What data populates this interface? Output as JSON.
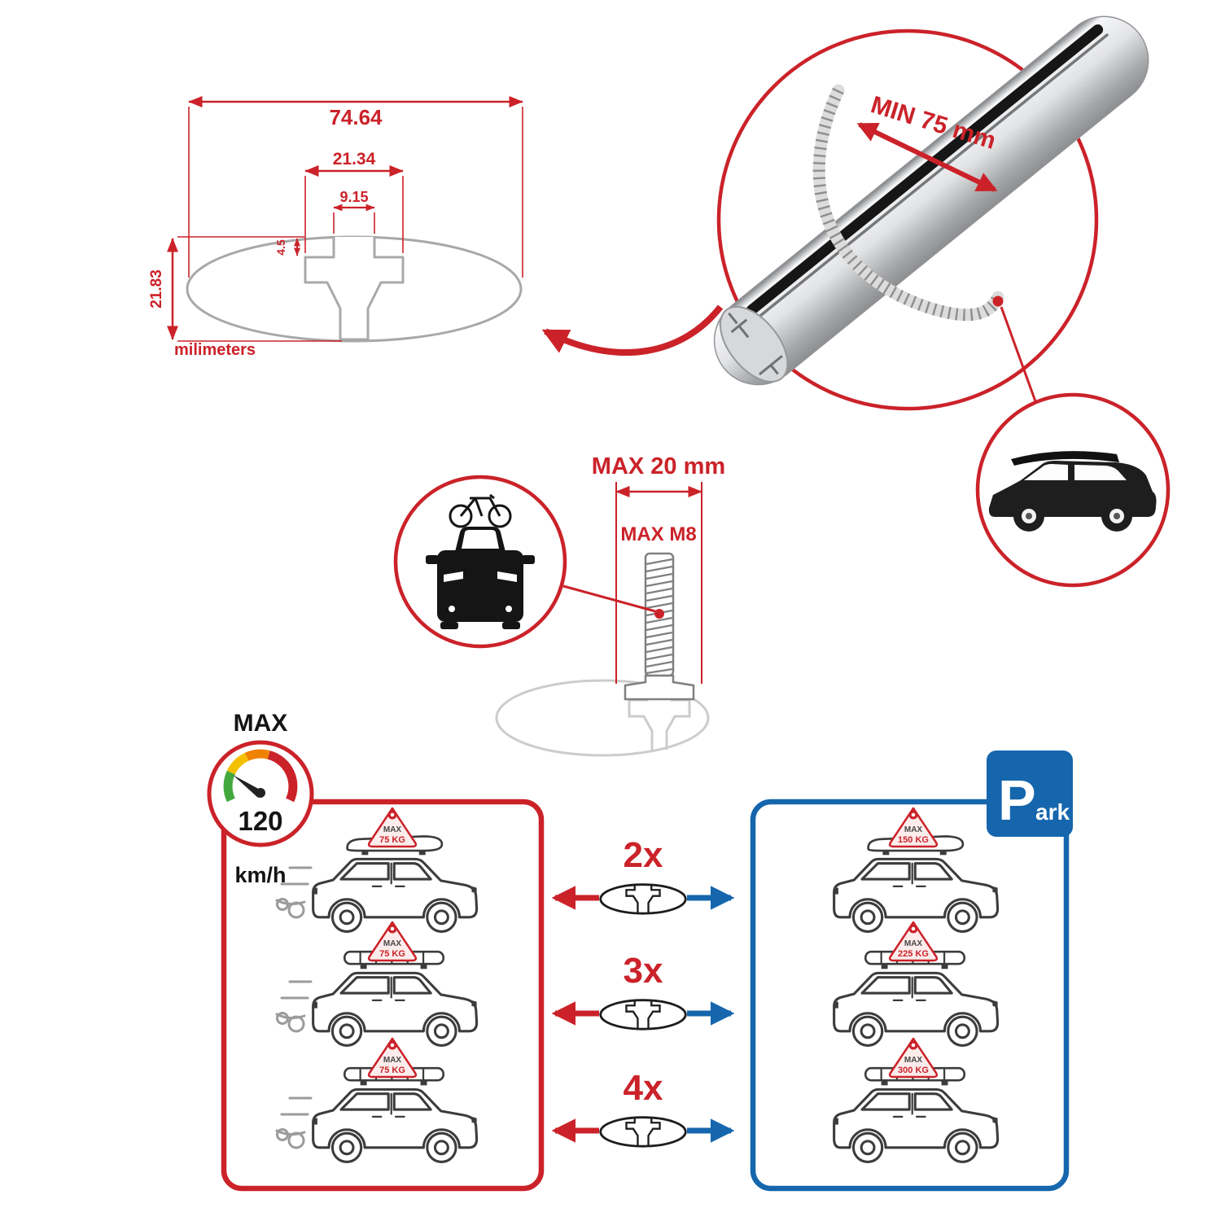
{
  "colors": {
    "red": "#cb2229",
    "blue": "#1566ad",
    "aluminum": "#d7d8da",
    "outline_gray": "#3c3c3c"
  },
  "icons": [
    "speedometer-icon",
    "park-sign-icon",
    "car-side-icon",
    "car-front-icon",
    "bicycle-icon",
    "roof-box-icon",
    "crossbar-cross-section-icon",
    "bolt-icon",
    "rubber-strip-icon"
  ],
  "cross_section": {
    "total_width": "74.64",
    "channel_outer_width": "21.34",
    "slot_width": "9.15",
    "slot_depth": "4.5",
    "total_height": "21.83",
    "units_label": "milimeters"
  },
  "bar_detail": {
    "min_clamp_distance": "MIN 75 mm"
  },
  "bolt_detail": {
    "max_width": "MAX 20 mm",
    "max_thread": "MAX M8"
  },
  "speed_limit": {
    "label": "MAX",
    "value": "120",
    "unit": "km/h"
  },
  "park_sign": {
    "letter": "P",
    "suffix": "ark"
  },
  "load_rows": [
    {
      "multiplier": "2x",
      "left_tag": {
        "label": "MAX",
        "weight": "75 KG"
      },
      "right_tag": {
        "label": "MAX",
        "weight": "150 KG"
      }
    },
    {
      "multiplier": "3x",
      "left_tag": {
        "label": "MAX",
        "weight": "75 KG"
      },
      "right_tag": {
        "label": "MAX",
        "weight": "225 KG"
      }
    },
    {
      "multiplier": "4x",
      "left_tag": {
        "label": "MAX",
        "weight": "75 KG"
      },
      "right_tag": {
        "label": "MAX",
        "weight": "300 KG"
      }
    }
  ]
}
